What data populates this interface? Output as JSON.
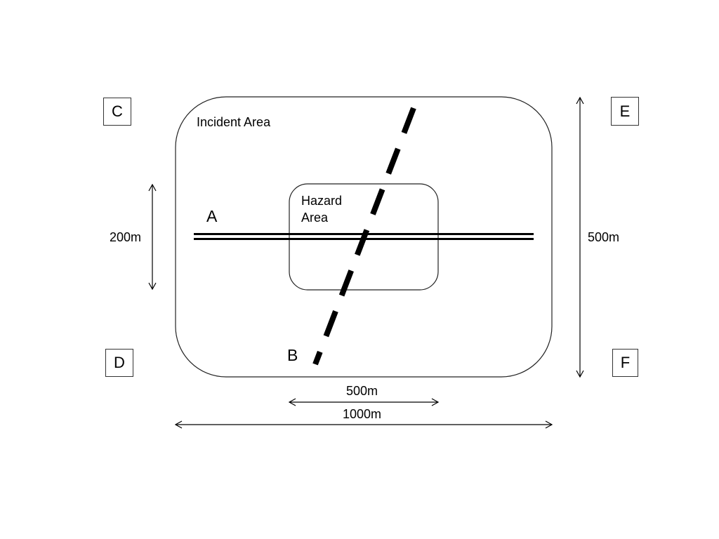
{
  "diagram": {
    "areas": {
      "incident_area": "Incident Area",
      "hazard_area_line1": "Hazard",
      "hazard_area_line2": "Area"
    },
    "routes": {
      "route_a": {
        "label": "A",
        "style": "double-line"
      },
      "route_b": {
        "label": "B",
        "style": "dashed-thick"
      }
    },
    "corner_boxes": [
      "C",
      "D",
      "E",
      "F"
    ],
    "dimensions": {
      "hazard_height": "200m",
      "incident_height": "500m",
      "hazard_width": "500m",
      "incident_width": "1000m"
    },
    "colors": {
      "stroke": "#000000",
      "border": "#333333",
      "background": "#ffffff"
    }
  }
}
